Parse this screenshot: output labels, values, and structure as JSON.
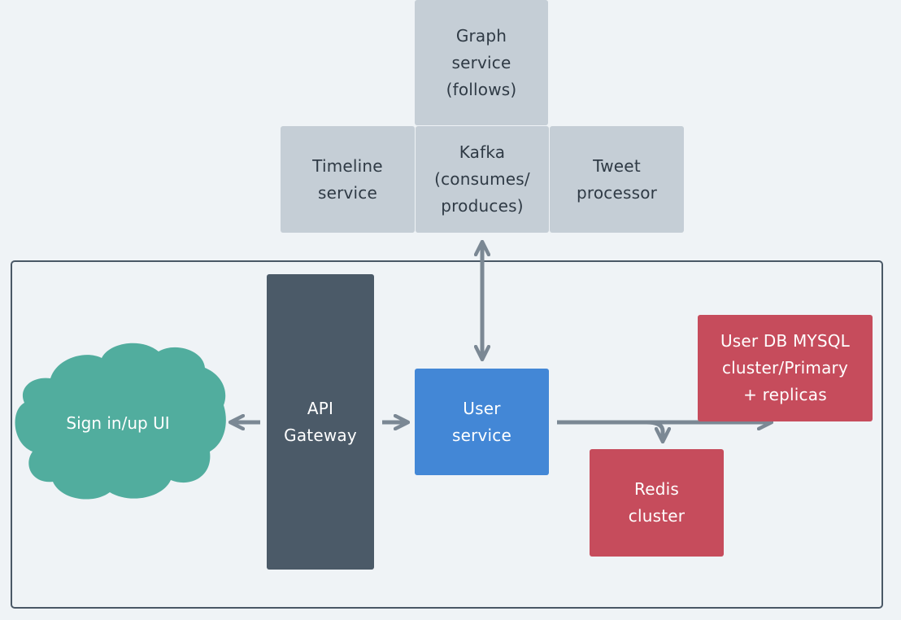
{
  "nodes": {
    "graph_service": "Graph\nservice\n(follows)",
    "timeline_service": "Timeline\nservice",
    "kafka": "Kafka\n(consumes/\nproduces)",
    "tweet_processor": "Tweet\nprocessor",
    "sign_in_ui": "Sign in/up UI",
    "api_gateway": "API\nGateway",
    "user_service": "User\nservice",
    "user_db": "User DB MYSQL\ncluster/Primary\n+ replicas",
    "redis_cluster": "Redis\ncluster"
  },
  "colors": {
    "background": "#eff3f6",
    "grey_box": "#c5ced6",
    "dark_box": "#4b5a68",
    "blue_box": "#4387d6",
    "red_box": "#c64c5c",
    "cloud": "#51ad9e",
    "connector": "#7b8894"
  }
}
